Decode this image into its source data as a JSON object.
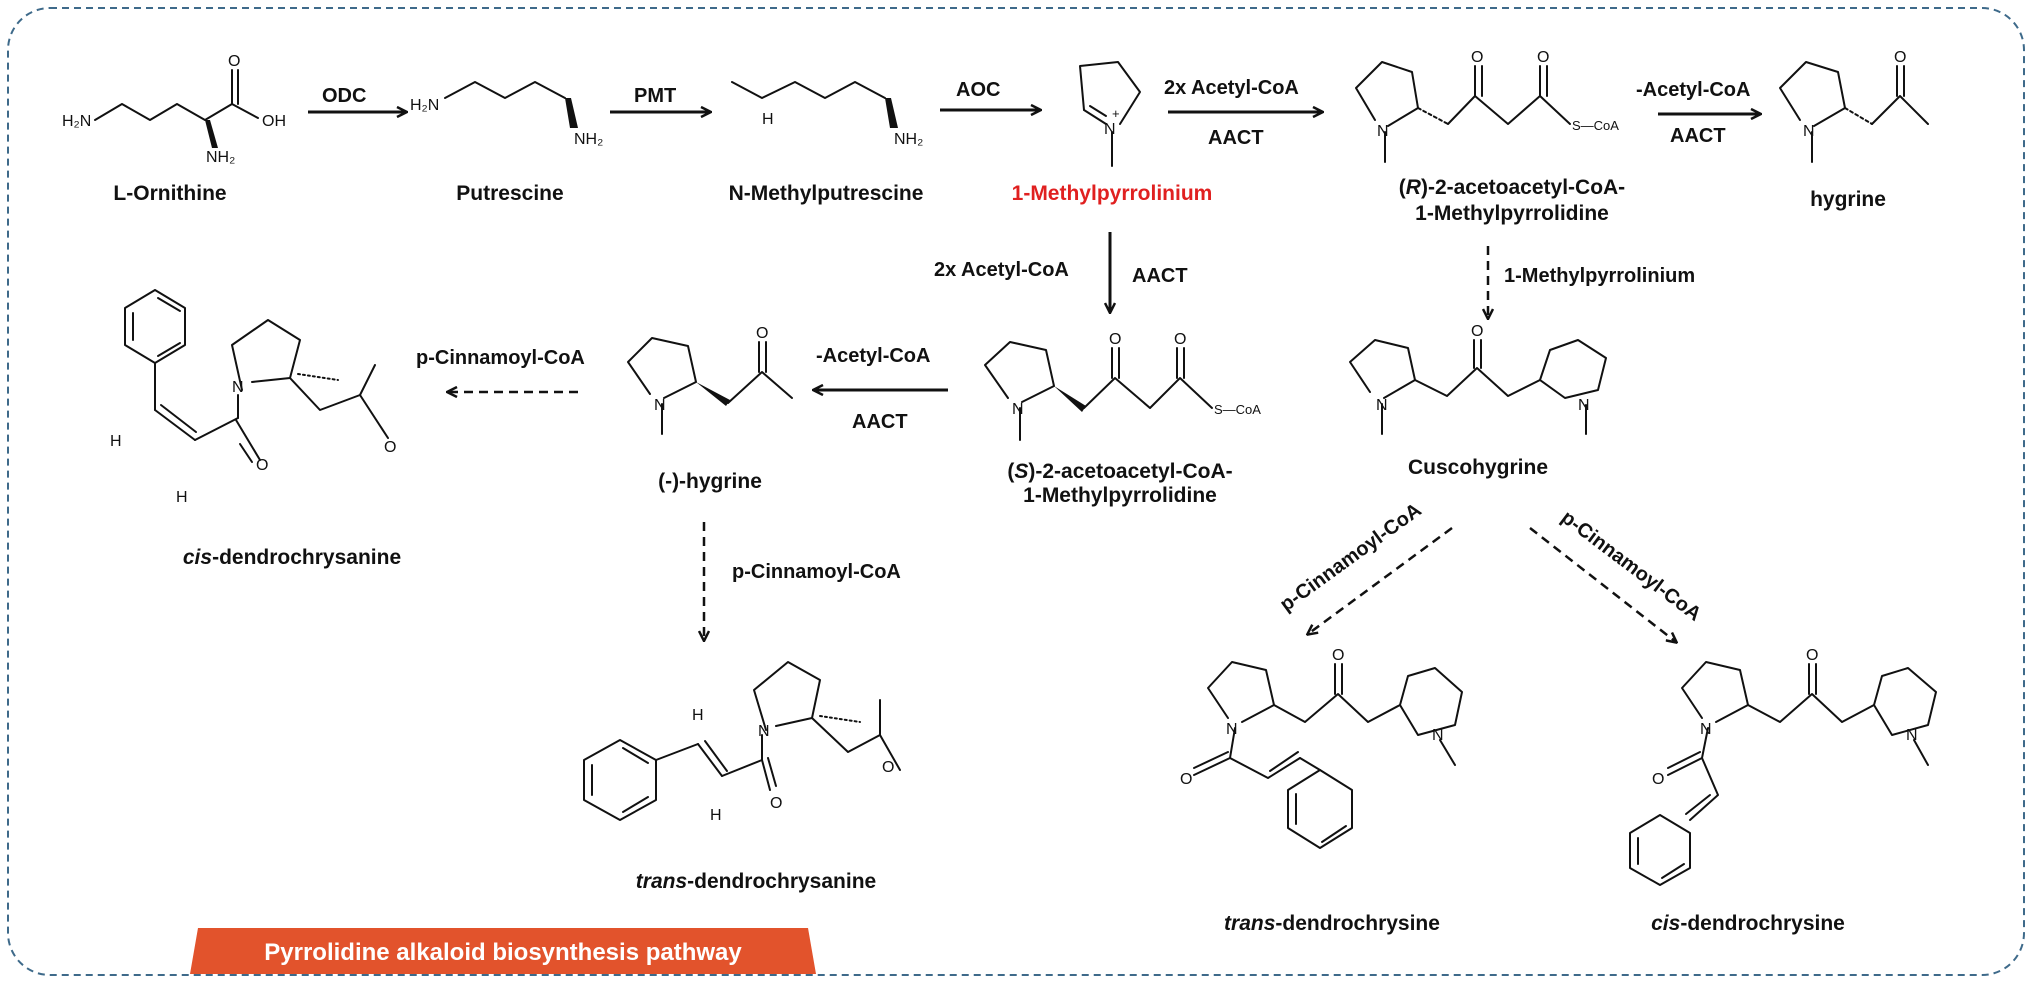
{
  "colors": {
    "border": "#3e6a8a",
    "highlight": "#e02020",
    "banner": "#e2532c",
    "text": "#111111"
  },
  "title": "Pyrrolidine alkaloid biosynthesis pathway",
  "compounds": {
    "ornithine": "L-Ornithine",
    "putrescine": "Putrescine",
    "nmp": "N-Methylputrescine",
    "mpyr": "1-Methylpyrrolinium",
    "r_prefix": "(",
    "r_letter": "R",
    "r_rest": ")-2-acetoacetyl-CoA-",
    "r_line2": "1-Methylpyrrolidine",
    "hygrine": "hygrine",
    "s_prefix": "(",
    "s_letter": "S",
    "s_rest": ")-2-acetoacetyl-CoA-",
    "s_line2": "1-Methylpyrrolidine",
    "neg_hygrine": "(-)-hygrine",
    "cuscohygrine": "Cuscohygrine",
    "cis_drn_italic": "cis",
    "cis_drn_rest": "-dendrochrysanine",
    "trans_drn_italic": "trans",
    "trans_drn_rest": "-dendrochrysanine",
    "trans_drc_italic": "trans",
    "trans_drc_rest": "-dendrochrysine",
    "cis_drc_italic": "cis",
    "cis_drc_rest": "-dendrochrysine"
  },
  "arrows": {
    "odc": "ODC",
    "pmt": "PMT",
    "aoc": "AOC",
    "acetyl2x_top": "2x Acetyl-CoA",
    "aact_top": "AACT",
    "minus_acetyl_top": "-Acetyl-CoA",
    "aact_top2": "AACT",
    "acetyl2x_down": "2x Acetyl-CoA",
    "aact_down": "AACT",
    "mpyr_down": "1-Methylpyrrolinium",
    "minus_acetyl_mid": "-Acetyl-CoA",
    "aact_mid": "AACT",
    "cinnamoyl_left": "p-Cinnamoyl-CoA",
    "cinnamoyl_down": "p-Cinnamoyl-CoA",
    "cinnamoyl_diag_left": "p-Cinnamoyl-CoA",
    "cinnamoyl_diag_right": "p-Cinnamoyl-CoA"
  },
  "atoms": {
    "h2n": "H₂N",
    "nh2": "NH₂",
    "oh": "OH",
    "o": "O",
    "n": "N",
    "h": "H",
    "plus": "+",
    "scoa": "S—CoA"
  }
}
